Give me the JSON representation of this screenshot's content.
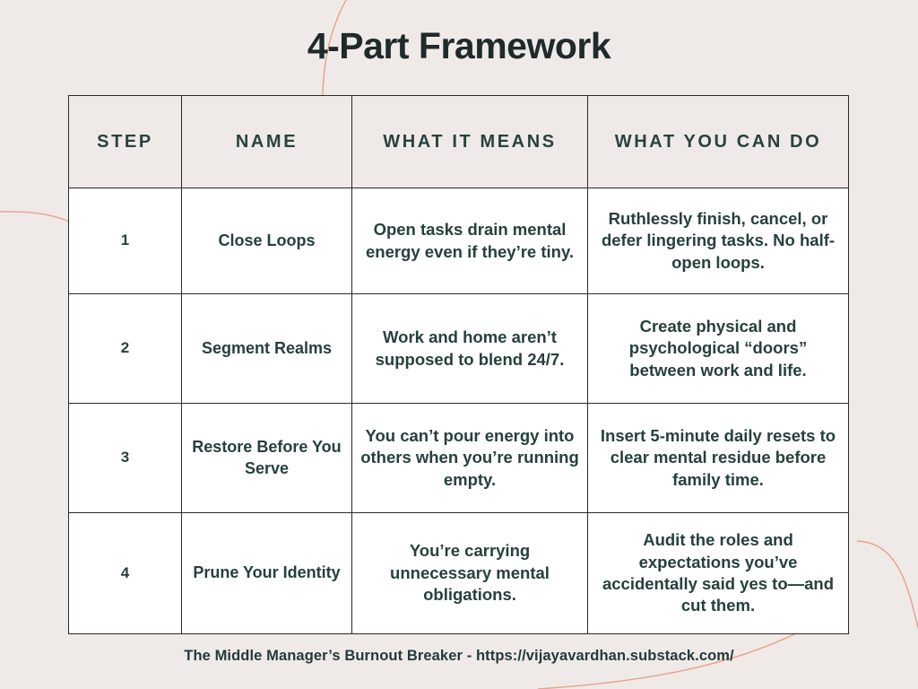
{
  "page": {
    "title": "4-Part Framework",
    "background_color": "#EFEAE8",
    "text_color": "#26403E",
    "accent_color": "#E8A089",
    "border_color": "#2A2A2A"
  },
  "table": {
    "headers": [
      "STEP",
      "NAME",
      "WHAT IT MEANS",
      "WHAT YOU CAN DO"
    ],
    "rows": [
      {
        "step": "1",
        "name": "Close Loops",
        "means": "Open tasks drain mental energy even if they’re tiny.",
        "do": "Ruthlessly finish, cancel, or defer lingering tasks. No half-open loops."
      },
      {
        "step": "2",
        "name": "Segment Realms",
        "means": "Work and home aren’t supposed to blend 24/7.",
        "do": "Create physical and psychological “doors” between work and life."
      },
      {
        "step": "3",
        "name": "Restore Before You Serve",
        "means": "You can’t pour energy into others when you’re running empty.",
        "do": "Insert 5-minute daily resets to clear mental residue before family time."
      },
      {
        "step": "4",
        "name": "Prune Your Identity",
        "means": "You’re carrying unnecessary mental obligations.",
        "do": "Audit the roles and expectations you’ve accidentally said yes to—and cut them."
      }
    ]
  },
  "footer": {
    "text": "The Middle Manager’s Burnout Breaker  - https://vijayavardhan.substack.com/"
  }
}
